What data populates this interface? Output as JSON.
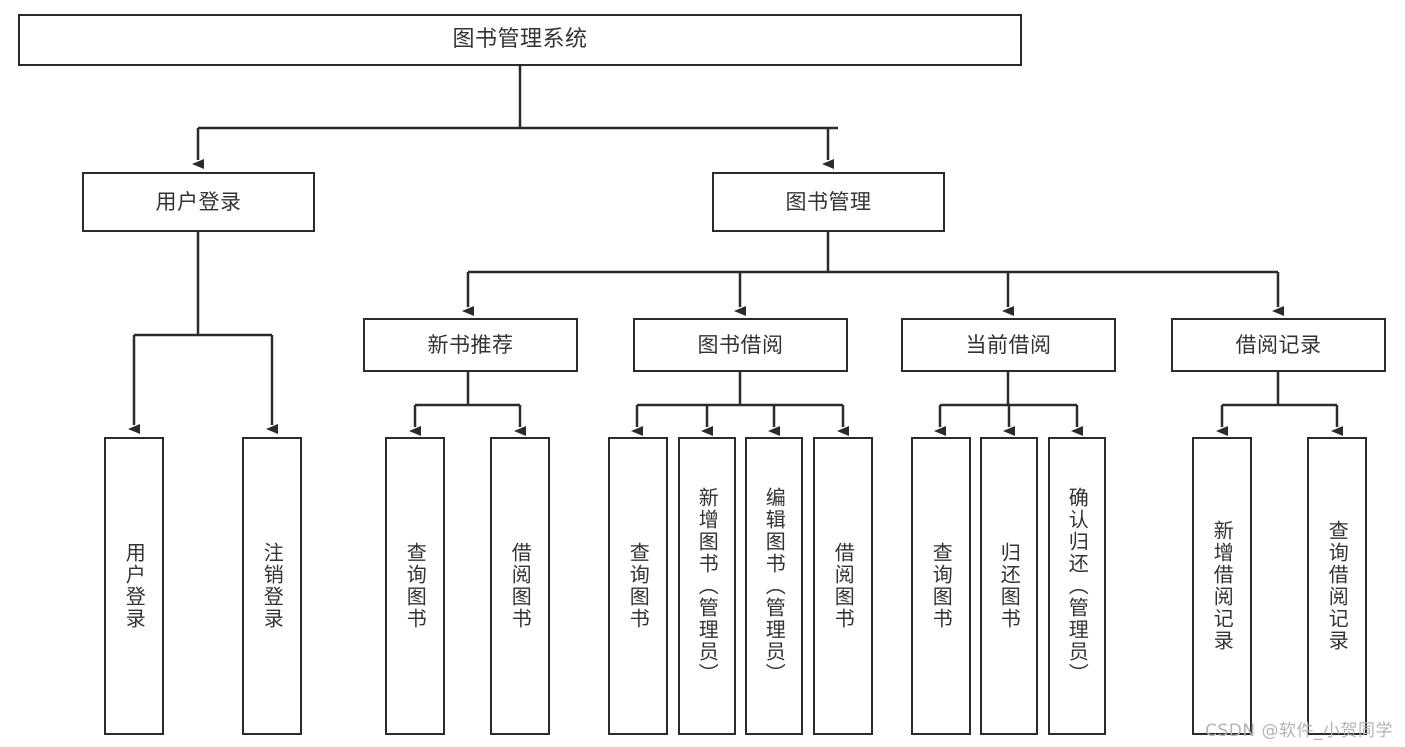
{
  "diagram": {
    "title": "图书管理系统",
    "type": "tree-hierarchy-diagram",
    "colors": {
      "box_border": "#2b2b2b",
      "box_fill": "#ffffff",
      "edge": "#2b2b2b",
      "text": "#333333",
      "watermark": "#b4b4b4",
      "background": "#ffffff"
    },
    "nodes": {
      "root": {
        "label": "图书管理系统"
      },
      "level1": [
        {
          "id": "user-login",
          "label": "用户登录"
        },
        {
          "id": "book-manage",
          "label": "图书管理"
        }
      ],
      "level2": [
        {
          "id": "new-book-recommend",
          "label": "新书推荐"
        },
        {
          "id": "book-borrow",
          "label": "图书借阅"
        },
        {
          "id": "current-borrow",
          "label": "当前借阅"
        },
        {
          "id": "borrow-record",
          "label": "借阅记录"
        }
      ],
      "leaves": {
        "user_login": [
          {
            "id": "leaf-user-login",
            "label": "用户登录"
          },
          {
            "id": "leaf-logout-login",
            "label": "注销登录"
          }
        ],
        "new_book_recommend": [
          {
            "id": "leaf-query-book-1",
            "label": "查询图书"
          },
          {
            "id": "leaf-borrow-book-1",
            "label": "借阅图书"
          }
        ],
        "book_borrow": [
          {
            "id": "leaf-query-book-2",
            "label": "查询图书"
          },
          {
            "id": "leaf-add-book",
            "label": "新增图书（管理员）"
          },
          {
            "id": "leaf-edit-book",
            "label": "编辑图书（管理员）"
          },
          {
            "id": "leaf-borrow-book-2",
            "label": "借阅图书"
          }
        ],
        "current_borrow": [
          {
            "id": "leaf-query-book-3",
            "label": "查询图书"
          },
          {
            "id": "leaf-return-book",
            "label": "归还图书"
          },
          {
            "id": "leaf-confirm-return",
            "label": "确认归还（管理员）"
          }
        ],
        "borrow_record": [
          {
            "id": "leaf-add-record",
            "label": "新增借阅记录"
          },
          {
            "id": "leaf-query-record",
            "label": "查询借阅记录"
          }
        ]
      }
    },
    "watermark": "CSDN @软件_小贺同学"
  }
}
